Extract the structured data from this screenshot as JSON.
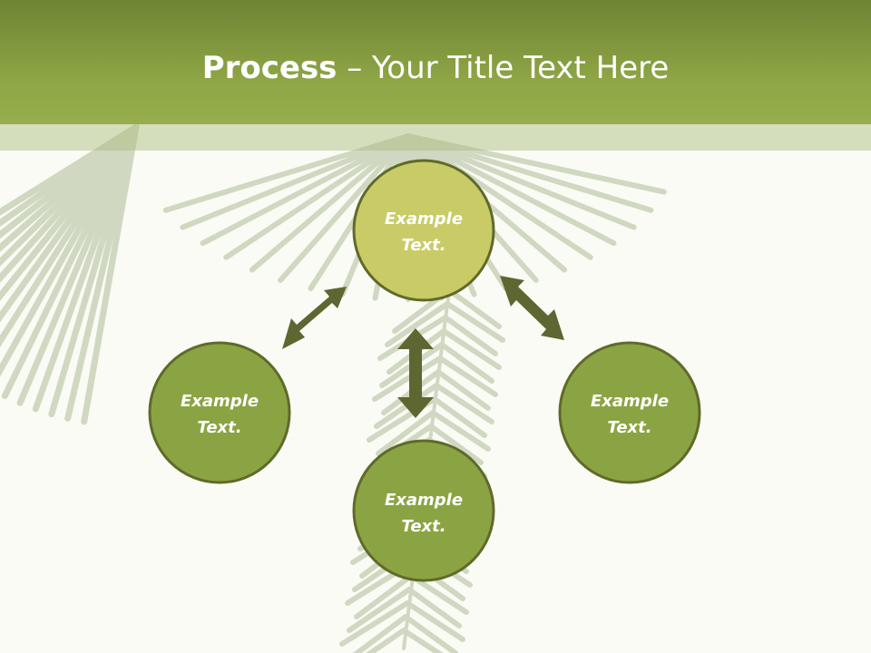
{
  "title": {
    "bold_part": "Process",
    "rest_part": " – Your Title Text Here"
  },
  "nodes": [
    {
      "id": "top",
      "line1": "Example",
      "line2": "Text.",
      "fill": "#c9cb67"
    },
    {
      "id": "left",
      "line1": "Example",
      "line2": "Text.",
      "fill": "#8ba443"
    },
    {
      "id": "right",
      "line1": "Example",
      "line2": "Text.",
      "fill": "#8ba443"
    },
    {
      "id": "bottom",
      "line1": "Example",
      "line2": "Text.",
      "fill": "#8ba443"
    }
  ],
  "colors": {
    "title_bar": "#8ea645",
    "node_stroke": "#5f6a2a",
    "arrow": "#5e6631",
    "background": "#fafbf5"
  }
}
